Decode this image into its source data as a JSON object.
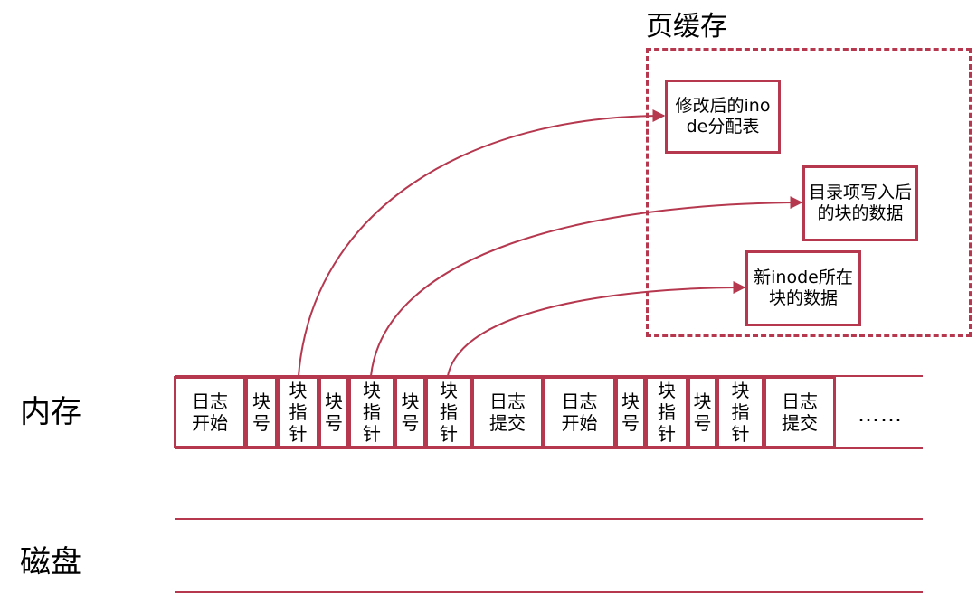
{
  "labels": {
    "memory": "内存",
    "disk": "磁盘",
    "page_cache": "页缓存",
    "ellipsis": "……"
  },
  "cache_blocks": [
    {
      "text": "修改后的inode分配表"
    },
    {
      "text": "目录项写入后的块的数据"
    },
    {
      "text": "新inode所在块的数据"
    }
  ],
  "memory_cells": [
    {
      "text": "日志开始"
    },
    {
      "text": "块号"
    },
    {
      "text": "块指针"
    },
    {
      "text": "块号"
    },
    {
      "text": "块指针"
    },
    {
      "text": "块号"
    },
    {
      "text": "块指针"
    },
    {
      "text": "日志提交"
    },
    {
      "text": "日志开始"
    },
    {
      "text": "块号"
    },
    {
      "text": "块指针"
    },
    {
      "text": "块号"
    },
    {
      "text": "块指针"
    },
    {
      "text": "日志提交"
    }
  ],
  "colors": {
    "accent": "#b5384f"
  }
}
